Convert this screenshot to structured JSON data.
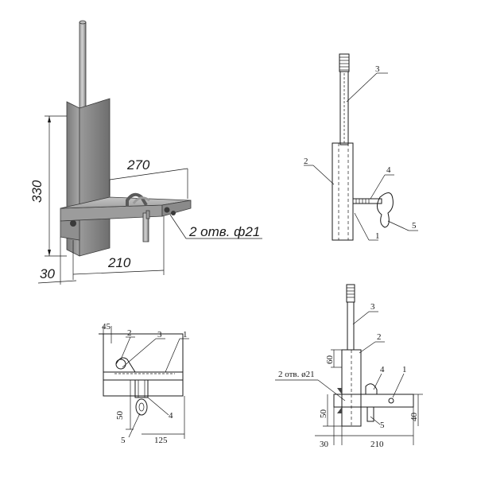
{
  "iso_view": {
    "dim_height": "330",
    "dim_top_width": "270",
    "dim_bottom_width": "210",
    "dim_offset": "30",
    "holes_note": "2 отв. ф21"
  },
  "side_view": {
    "callouts": [
      "1",
      "2",
      "3",
      "4",
      "5"
    ]
  },
  "plan_view": {
    "dim_45": "45",
    "dim_50": "50",
    "dim_125": "125",
    "callouts": [
      "1",
      "2",
      "3",
      "4",
      "5"
    ]
  },
  "front_view": {
    "dim_60": "60",
    "dim_50": "50",
    "dim_40": "40",
    "dim_30": "30",
    "dim_210": "210",
    "holes_note": "2 отв. ø21",
    "callouts": [
      "1",
      "2",
      "3",
      "4",
      "5"
    ]
  },
  "colors": {
    "steel_light": "#b8b8b8",
    "steel_mid": "#8e8e8e",
    "steel_dark": "#6a6a6a",
    "ink": "#1a1a1a"
  }
}
